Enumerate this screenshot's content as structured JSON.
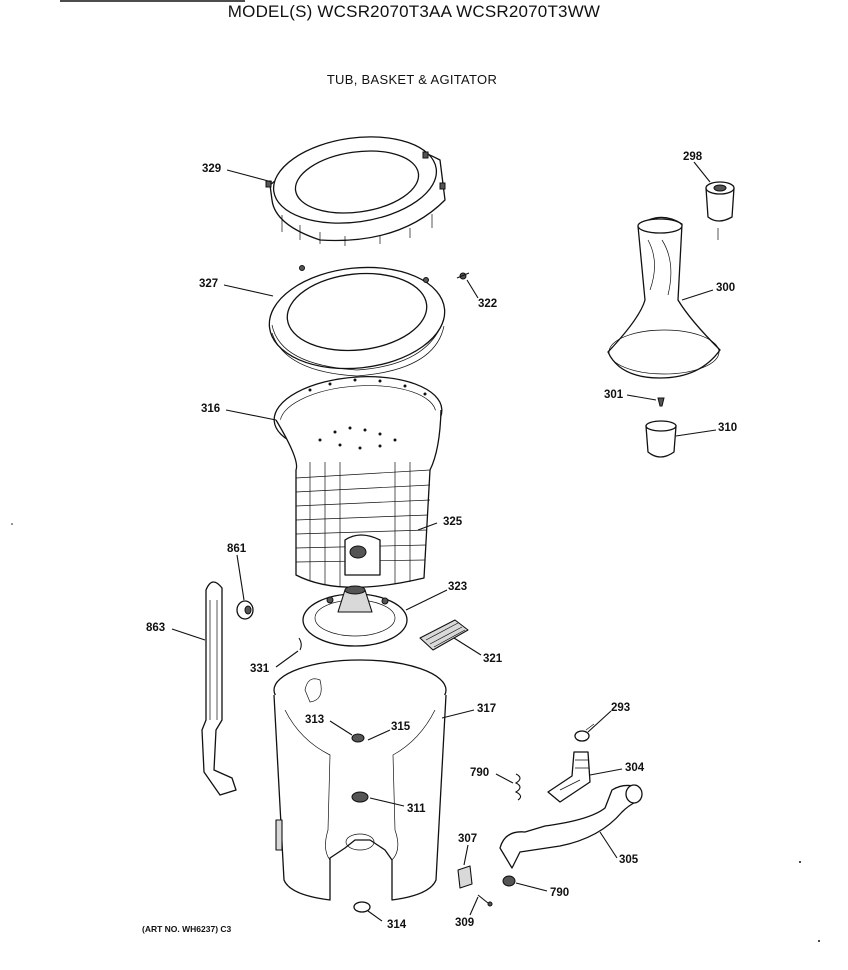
{
  "header": {
    "model_line": "MODEL(S) WCSR2070T3AA  WCSR2070T3WW",
    "section_title": "TUB, BASKET & AGITATOR"
  },
  "footer": {
    "art_no": "(ART NO. WH6237) C3"
  },
  "part_labels": {
    "p329": "329",
    "p327": "327",
    "p322": "322",
    "p316": "316",
    "p325": "325",
    "p323": "323",
    "p321": "321",
    "p331": "331",
    "p317": "317",
    "p313": "313",
    "p315": "315",
    "p311": "311",
    "p314": "314",
    "p861": "861",
    "p863": "863",
    "p298": "298",
    "p300": "300",
    "p301": "301",
    "p310": "310",
    "p293": "293",
    "p304": "304",
    "p790a": "790",
    "p305": "305",
    "p307": "307",
    "p790b": "790",
    "p309": "309"
  }
}
